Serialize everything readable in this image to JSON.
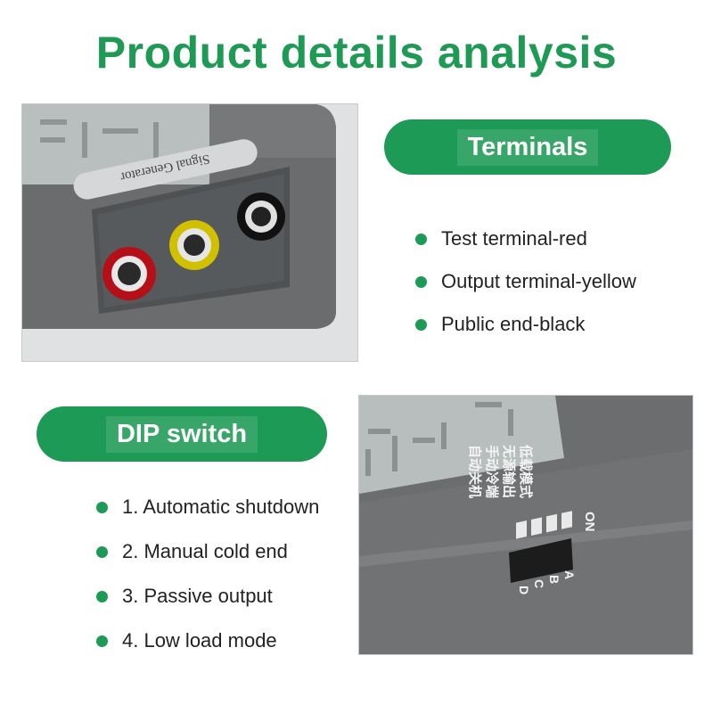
{
  "page": {
    "title": "Product details analysis"
  },
  "terminals": {
    "heading": "Terminals",
    "items": [
      "Test terminal-red",
      "Output terminal-yellow",
      "Public end-black"
    ],
    "device_label": "Signal Generator",
    "colors": {
      "red": "#c8141c",
      "yellow": "#d9c800",
      "black": "#111111"
    }
  },
  "dip": {
    "heading": "DIP switch",
    "items": [
      "1. Automatic shutdown",
      "2. Manual cold end",
      "3. Passive output",
      "4. Low load mode"
    ],
    "switch_on_label": "ON",
    "switch_letters": [
      "A",
      "B",
      "C",
      "D"
    ],
    "chinese_labels": [
      "自动关机",
      "手动冷端",
      "无源输出",
      "低载模式"
    ]
  },
  "colors": {
    "accent": "#1d9a55",
    "title": "#1f9a54"
  }
}
